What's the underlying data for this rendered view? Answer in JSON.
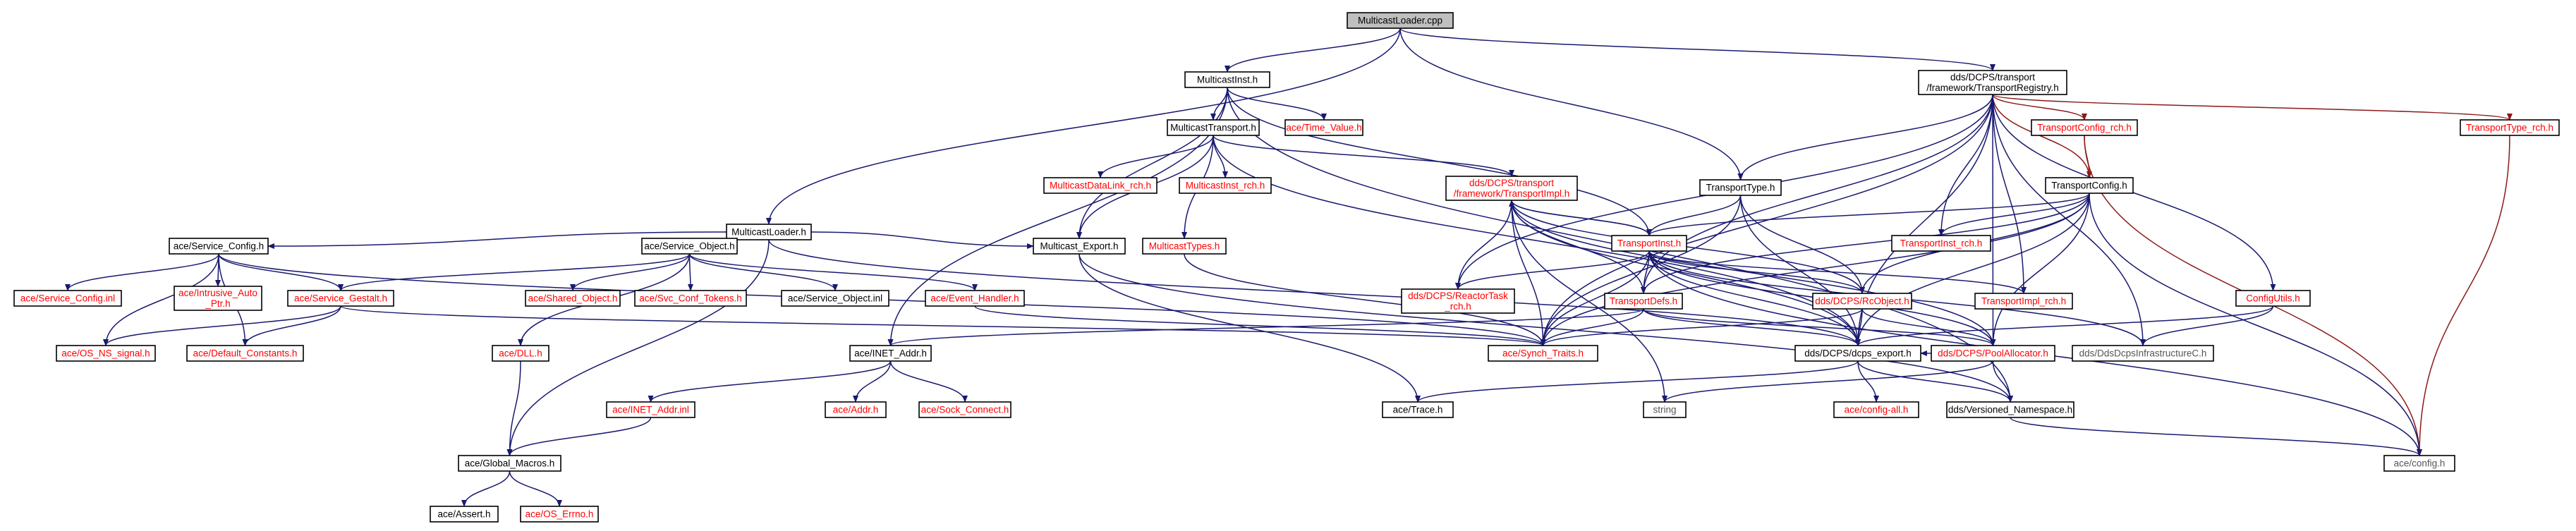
{
  "colors": {
    "edge": "#191970",
    "edge_dark": "#1a1a8c",
    "edge_red": "#8b1a1a",
    "node_root_fill": "#bfbfbf",
    "node_fill": "#ffffff",
    "text_black": "#000000",
    "text_red": "#ff0000",
    "text_gray": "#555555"
  },
  "nodes": [
    {
      "id": "root",
      "lines": [
        "MulticastLoader.cpp"
      ],
      "style": "root"
    },
    {
      "id": "mcinst",
      "lines": [
        "MulticastInst.h"
      ],
      "style": "black"
    },
    {
      "id": "treg",
      "lines": [
        "dds/DCPS/transport",
        "/framework/TransportRegistry.h"
      ],
      "style": "black"
    },
    {
      "id": "mctrans",
      "lines": [
        "MulticastTransport.h"
      ],
      "style": "black"
    },
    {
      "id": "timeval",
      "lines": [
        "ace/Time_Value.h"
      ],
      "style": "red"
    },
    {
      "id": "mcdl",
      "lines": [
        "MulticastDataLink_rch.h"
      ],
      "style": "red"
    },
    {
      "id": "mcinstrch",
      "lines": [
        "MulticastInst_rch.h"
      ],
      "style": "red"
    },
    {
      "id": "timpl",
      "lines": [
        "dds/DCPS/transport",
        "/framework/TransportImpl.h"
      ],
      "style": "red"
    },
    {
      "id": "mcloader",
      "lines": [
        "MulticastLoader.h"
      ],
      "style": "black"
    },
    {
      "id": "ttype",
      "lines": [
        "TransportType.h"
      ],
      "style": "black"
    },
    {
      "id": "tcfgrch",
      "lines": [
        "TransportConfig_rch.h"
      ],
      "style": "red"
    },
    {
      "id": "tcfg",
      "lines": [
        "TransportConfig.h"
      ],
      "style": "black"
    },
    {
      "id": "ttyperch",
      "lines": [
        "TransportType_rch.h"
      ],
      "style": "red"
    },
    {
      "id": "svccfg",
      "lines": [
        "ace/Service_Config.h"
      ],
      "style": "black"
    },
    {
      "id": "svcobj",
      "lines": [
        "ace/Service_Object.h"
      ],
      "style": "black"
    },
    {
      "id": "mcexport",
      "lines": [
        "Multicast_Export.h"
      ],
      "style": "black"
    },
    {
      "id": "mctypes",
      "lines": [
        "MulticastTypes.h"
      ],
      "style": "red"
    },
    {
      "id": "tinst",
      "lines": [
        "TransportInst.h"
      ],
      "style": "red"
    },
    {
      "id": "tinstrch",
      "lines": [
        "TransportInst_rch.h"
      ],
      "style": "red"
    },
    {
      "id": "svccfginl",
      "lines": [
        "ace/Service_Config.inl"
      ],
      "style": "red"
    },
    {
      "id": "intrusive",
      "lines": [
        "ace/Intrusive_Auto",
        "_Ptr.h"
      ],
      "style": "red"
    },
    {
      "id": "svcgest",
      "lines": [
        "ace/Service_Gestalt.h"
      ],
      "style": "red"
    },
    {
      "id": "sharedobj",
      "lines": [
        "ace/Shared_Object.h"
      ],
      "style": "red"
    },
    {
      "id": "svctok",
      "lines": [
        "ace/Svc_Conf_Tokens.h"
      ],
      "style": "red"
    },
    {
      "id": "svcobjinl",
      "lines": [
        "ace/Service_Object.inl"
      ],
      "style": "black"
    },
    {
      "id": "evh",
      "lines": [
        "ace/Event_Handler.h"
      ],
      "style": "red"
    },
    {
      "id": "reactortask",
      "lines": [
        "dds/DCPS/ReactorTask",
        "_rch.h"
      ],
      "style": "red"
    },
    {
      "id": "tdefs",
      "lines": [
        "TransportDefs.h"
      ],
      "style": "red"
    },
    {
      "id": "rcobj",
      "lines": [
        "dds/DCPS/RcObject.h"
      ],
      "style": "red"
    },
    {
      "id": "timplrch",
      "lines": [
        "TransportImpl_rch.h"
      ],
      "style": "red"
    },
    {
      "id": "cfgutils",
      "lines": [
        "ConfigUtils.h"
      ],
      "style": "red"
    },
    {
      "id": "osns",
      "lines": [
        "ace/OS_NS_signal.h"
      ],
      "style": "red"
    },
    {
      "id": "defconst",
      "lines": [
        "ace/Default_Constants.h"
      ],
      "style": "red"
    },
    {
      "id": "dll",
      "lines": [
        "ace/DLL.h"
      ],
      "style": "red"
    },
    {
      "id": "inetaddr",
      "lines": [
        "ace/INET_Addr.h"
      ],
      "style": "black"
    },
    {
      "id": "synch",
      "lines": [
        "ace/Synch_Traits.h"
      ],
      "style": "red"
    },
    {
      "id": "dcpsexport",
      "lines": [
        "dds/DCPS/dcps_export.h"
      ],
      "style": "black"
    },
    {
      "id": "pool",
      "lines": [
        "dds/DCPS/PoolAllocator.h"
      ],
      "style": "red"
    },
    {
      "id": "dcpsinfra",
      "lines": [
        "dds/DdsDcpsInfrastructureC.h"
      ],
      "style": "gray"
    },
    {
      "id": "inetaddrinl",
      "lines": [
        "ace/INET_Addr.inl"
      ],
      "style": "red"
    },
    {
      "id": "addr",
      "lines": [
        "ace/Addr.h"
      ],
      "style": "red"
    },
    {
      "id": "sockconn",
      "lines": [
        "ace/Sock_Connect.h"
      ],
      "style": "red"
    },
    {
      "id": "trace",
      "lines": [
        "ace/Trace.h"
      ],
      "style": "black"
    },
    {
      "id": "string",
      "lines": [
        "string"
      ],
      "style": "gray"
    },
    {
      "id": "configall",
      "lines": [
        "ace/config-all.h"
      ],
      "style": "red"
    },
    {
      "id": "versns",
      "lines": [
        "dds/Versioned_Namespace.h"
      ],
      "style": "black"
    },
    {
      "id": "globalmacros",
      "lines": [
        "ace/Global_Macros.h"
      ],
      "style": "black"
    },
    {
      "id": "aceconfig",
      "lines": [
        "ace/config.h"
      ],
      "style": "gray"
    },
    {
      "id": "assert",
      "lines": [
        "ace/Assert.h"
      ],
      "style": "black"
    },
    {
      "id": "oserrno",
      "lines": [
        "ace/OS_Errno.h"
      ],
      "style": "red"
    }
  ],
  "edges": [
    [
      "root",
      "mcinst"
    ],
    [
      "root",
      "treg"
    ],
    [
      "root",
      "mcloader"
    ],
    [
      "root",
      "ttype"
    ],
    [
      "mcinst",
      "mctrans"
    ],
    [
      "mcinst",
      "timeval"
    ],
    [
      "mcinst",
      "mcexport"
    ],
    [
      "mcinst",
      "inetaddr"
    ],
    [
      "mcinst",
      "tinst"
    ],
    [
      "mcinst",
      "versns"
    ],
    [
      "mctrans",
      "mcdl"
    ],
    [
      "mctrans",
      "mcinstrch"
    ],
    [
      "mctrans",
      "timpl"
    ],
    [
      "mctrans",
      "mcexport"
    ],
    [
      "mctrans",
      "mctypes"
    ],
    [
      "mctrans",
      "dcpsexport"
    ],
    [
      "treg",
      "ttype"
    ],
    [
      "treg",
      "tcfgrch"
    ],
    [
      "treg",
      "tcfg"
    ],
    [
      "treg",
      "ttyperch"
    ],
    [
      "treg",
      "tinstrch"
    ],
    [
      "treg",
      "cfgutils"
    ],
    [
      "treg",
      "reactortask"
    ],
    [
      "treg",
      "timplrch"
    ],
    [
      "treg",
      "tdefs"
    ],
    [
      "treg",
      "synch"
    ],
    [
      "treg",
      "dcpsexport"
    ],
    [
      "treg",
      "pool"
    ],
    [
      "treg",
      "dcpsinfra"
    ],
    [
      "mcloader",
      "svccfg"
    ],
    [
      "mcloader",
      "svcobj"
    ],
    [
      "mcloader",
      "mcexport"
    ],
    [
      "mcloader",
      "globalmacros"
    ],
    [
      "mcloader",
      "dcpsexport"
    ],
    [
      "ttype",
      "tinst"
    ],
    [
      "ttype",
      "rcobj"
    ],
    [
      "ttype",
      "synch"
    ],
    [
      "ttype",
      "dcpsexport"
    ],
    [
      "tcfgrch",
      "tcfg"
    ],
    [
      "tcfgrch",
      "aceconfig"
    ],
    [
      "tcfg",
      "tinst"
    ],
    [
      "tcfg",
      "tinstrch"
    ],
    [
      "tcfg",
      "rcobj"
    ],
    [
      "tcfg",
      "synch"
    ],
    [
      "tcfg",
      "dcpsexport"
    ],
    [
      "tcfg",
      "pool"
    ],
    [
      "tcfg",
      "aceconfig"
    ],
    [
      "tcfg",
      "tdefs"
    ],
    [
      "ttyperch",
      "aceconfig"
    ],
    [
      "svccfg",
      "svccfginl"
    ],
    [
      "svccfg",
      "intrusive"
    ],
    [
      "svccfg",
      "svcgest"
    ],
    [
      "svccfg",
      "osns"
    ],
    [
      "svccfg",
      "defconst"
    ],
    [
      "svccfg",
      "synch"
    ],
    [
      "svcobj",
      "sharedobj"
    ],
    [
      "svcobj",
      "svctok"
    ],
    [
      "svcobj",
      "svcobjinl"
    ],
    [
      "svcobj",
      "evh"
    ],
    [
      "svcobj",
      "dll"
    ],
    [
      "svcobj",
      "svcgest"
    ],
    [
      "svcgest",
      "osns"
    ],
    [
      "svcgest",
      "defconst"
    ],
    [
      "svcgest",
      "synch"
    ],
    [
      "mcexport",
      "trace"
    ],
    [
      "mcexport",
      "versns"
    ],
    [
      "mctypes",
      "synch"
    ],
    [
      "timpl",
      "tinst"
    ],
    [
      "timpl",
      "reactortask"
    ],
    [
      "timpl",
      "tdefs"
    ],
    [
      "timpl",
      "rcobj"
    ],
    [
      "timpl",
      "synch"
    ],
    [
      "timpl",
      "dcpsexport"
    ],
    [
      "timpl",
      "pool"
    ],
    [
      "timpl",
      "string"
    ],
    [
      "tinst",
      "timpl"
    ],
    [
      "tinst",
      "reactortask"
    ],
    [
      "tinst",
      "tdefs"
    ],
    [
      "tinst",
      "rcobj"
    ],
    [
      "tinst",
      "timplrch"
    ],
    [
      "tinst",
      "synch"
    ],
    [
      "tinst",
      "dcpsexport"
    ],
    [
      "tinst",
      "pool"
    ],
    [
      "tinst",
      "dcpsinfra"
    ],
    [
      "tinst",
      "aceconfig"
    ],
    [
      "tdefs",
      "inetaddr"
    ],
    [
      "tdefs",
      "synch"
    ],
    [
      "tdefs",
      "dcpsexport"
    ],
    [
      "tdefs",
      "pool"
    ],
    [
      "rcobj",
      "synch"
    ],
    [
      "rcobj",
      "dcpsexport"
    ],
    [
      "rcobj",
      "pool"
    ],
    [
      "cfgutils",
      "dcpsexport"
    ],
    [
      "cfgutils",
      "dcpsinfra"
    ],
    [
      "evh",
      "synch"
    ],
    [
      "dll",
      "globalmacros"
    ],
    [
      "inetaddr",
      "inetaddrinl"
    ],
    [
      "inetaddr",
      "addr"
    ],
    [
      "inetaddr",
      "sockconn"
    ],
    [
      "inetaddrinl",
      "globalmacros"
    ],
    [
      "dcpsexport",
      "configall"
    ],
    [
      "dcpsexport",
      "versns"
    ],
    [
      "dcpsexport",
      "trace"
    ],
    [
      "pool",
      "string"
    ],
    [
      "pool",
      "versns"
    ],
    [
      "pool",
      "dcpsexport"
    ],
    [
      "versns",
      "aceconfig"
    ],
    [
      "globalmacros",
      "assert"
    ],
    [
      "globalmacros",
      "oserrno"
    ]
  ]
}
